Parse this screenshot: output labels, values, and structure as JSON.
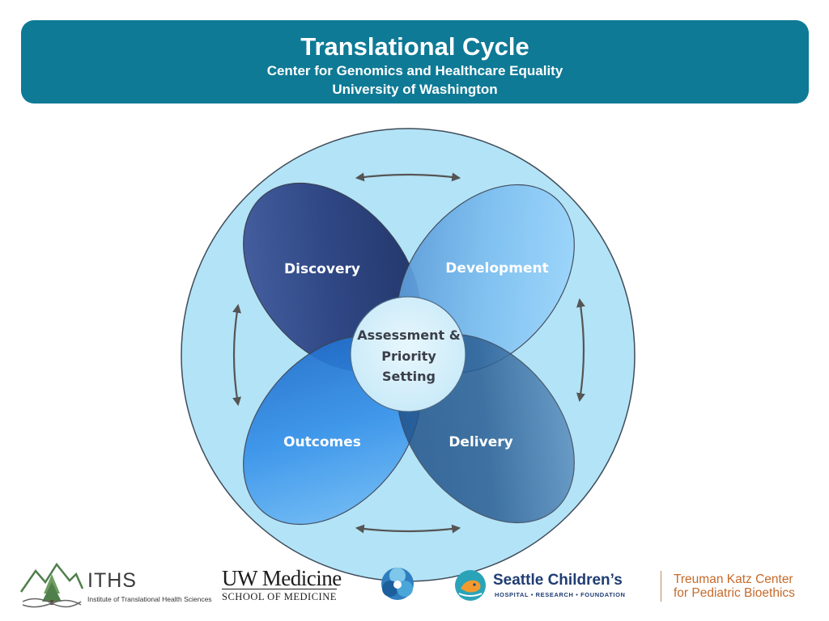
{
  "header": {
    "title": "Translational Cycle",
    "subtitle": "Center for Genomics and Healthcare Equality",
    "institution": "University of Washington"
  },
  "diagram": {
    "petals": [
      "Discovery",
      "Development",
      "Outcomes",
      "Delivery"
    ],
    "center": [
      "Assessment &",
      "Priority",
      "Setting"
    ]
  },
  "logos": {
    "iths": {
      "name": "ITHS",
      "full_name": "Institute of Translational Health Sciences"
    },
    "uw": {
      "line1": "UW Medicine",
      "line2": "SCHOOL OF MEDICINE"
    },
    "seattle_childrens": {
      "name": "Seattle Children’s",
      "tagline": "HOSPITAL • RESEARCH • FOUNDATION"
    },
    "treuman": {
      "line1": "Treuman Katz Center",
      "line2": "for Pediatric Bioethics"
    }
  },
  "colors": {
    "header_bg": "#0e7a96",
    "outer_circle": "#b3e3f6",
    "petal_discovery": "#2e4682",
    "petal_development": "#7cc2f2",
    "petal_outcomes": "#2a7fdc",
    "petal_delivery": "#2c5f92",
    "center_circle": "#d9f1fc"
  }
}
